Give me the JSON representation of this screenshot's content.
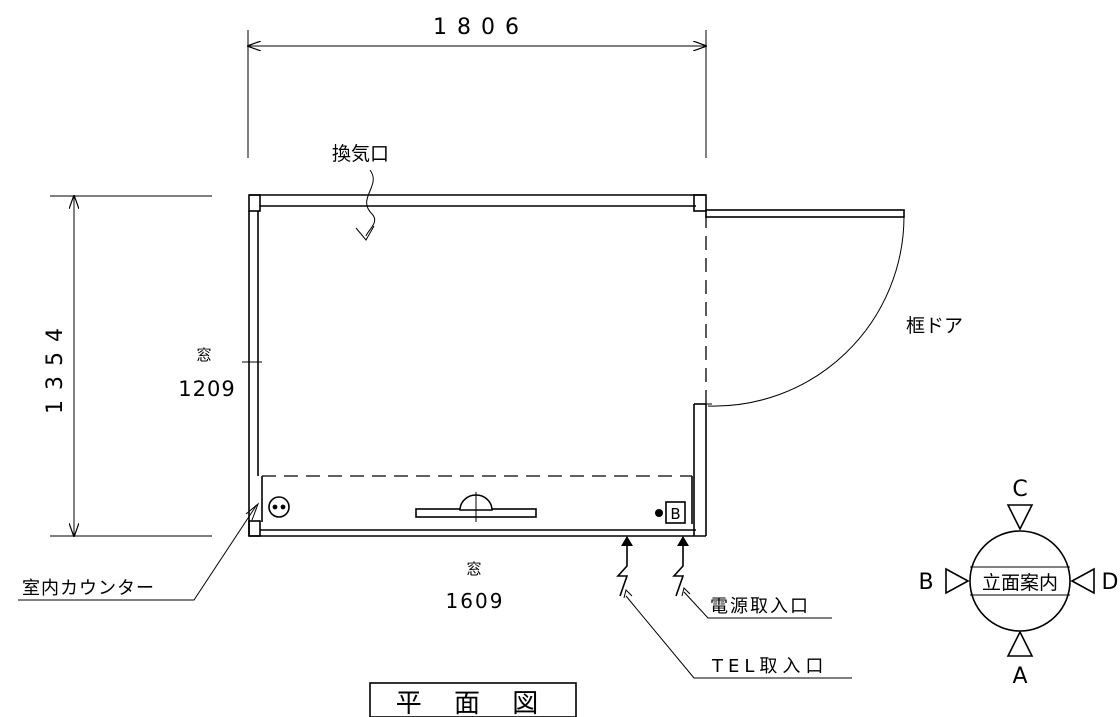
{
  "title": "平 面 図",
  "dimensions": {
    "width": "1806",
    "height": "1354",
    "window_left": "1209",
    "window_bottom": "1609"
  },
  "labels": {
    "window_left": "窓",
    "window_bottom": "窓",
    "vent": "換気口",
    "door": "框ドア",
    "counter": "室内カウンター",
    "power_inlet": "電源取入口",
    "tel_inlet": "TEL取入口",
    "outlet_marker": "B"
  },
  "compass": {
    "center": "立面案内",
    "top": "C",
    "bottom": "A",
    "left": "B",
    "right": "D"
  }
}
